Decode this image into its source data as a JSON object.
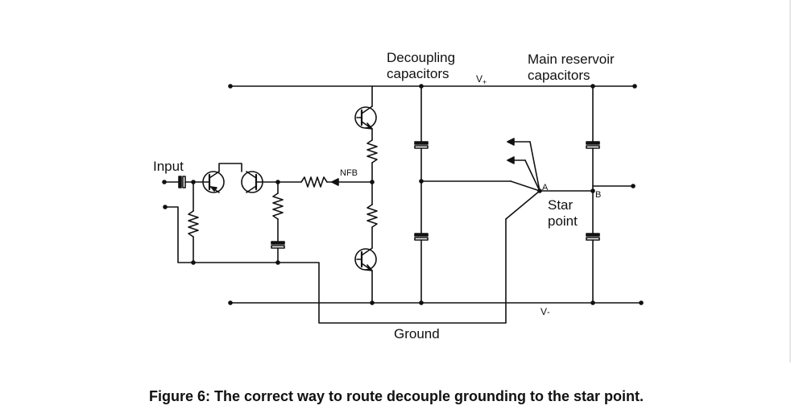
{
  "labels": {
    "decoupling_line1": "Decoupling",
    "decoupling_line2": "capacitors",
    "reservoir_line1": "Main reservoir",
    "reservoir_line2": "capacitors",
    "v_plus": "V",
    "v_plus_sub": "+",
    "v_minus": "V",
    "v_minus_sub": "-",
    "input": "Input",
    "nfb": "NFB",
    "point_a": "A",
    "point_b": "B",
    "star_line1": "Star",
    "star_line2": "point",
    "ground": "Ground"
  },
  "caption": "Figure 6: The correct way to route decouple grounding to the star point."
}
